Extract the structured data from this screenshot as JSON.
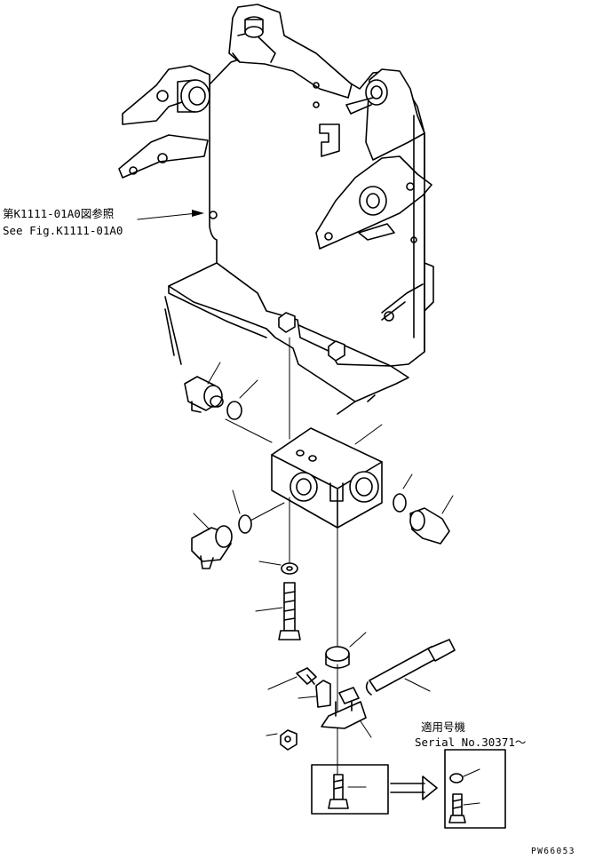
{
  "reference_note": {
    "jp": "第K1111-01A0図参照",
    "en": "See Fig.K1111-01A0"
  },
  "applicable_serial": {
    "jp": "適用号機",
    "en": "Serial No.30371～"
  },
  "drawing_code": "PW66053"
}
